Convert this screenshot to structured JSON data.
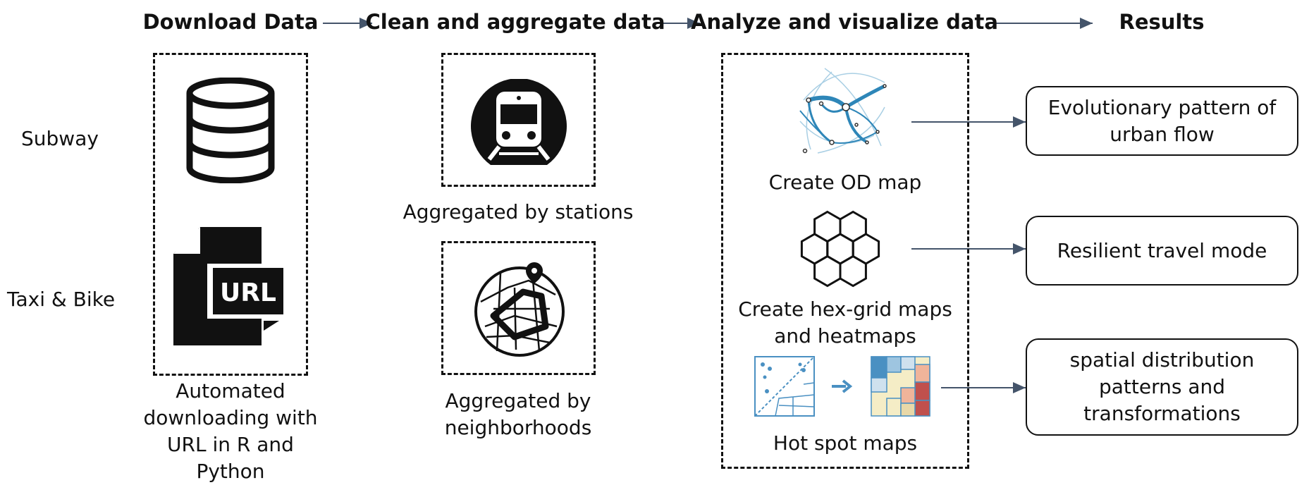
{
  "headers": {
    "download": "Download Data",
    "clean": "Clean and aggregate data",
    "analyze": "Analyze and visualize data",
    "results": "Results"
  },
  "row_labels": {
    "subway": "Subway",
    "taxi_bike": "Taxi & Bike"
  },
  "download": {
    "icons": [
      "database-icon",
      "url-file-icon"
    ],
    "url_text": "URL",
    "caption_lines": [
      "Automated",
      "downloading with",
      "URL in R and",
      "Python"
    ]
  },
  "clean": {
    "stations_caption": "Aggregated by stations",
    "neighborhoods_caption_lines": [
      "Aggregated by",
      "neighborhoods"
    ],
    "icons": [
      "subway-train-icon",
      "neighborhood-map-icon"
    ]
  },
  "analyze": {
    "od_caption": "Create OD map",
    "hex_caption_lines": [
      "Create hex-grid maps",
      "and heatmaps"
    ],
    "hotspot_caption": "Hot spot maps",
    "icons": [
      "od-flow-map-icon",
      "hexagon-grid-icon",
      "hot-spot-map-icon"
    ]
  },
  "results": {
    "urban_flow_lines": [
      "Evolutionary pattern of",
      "urban flow"
    ],
    "resilient": "Resilient travel mode",
    "spatial_lines": [
      "spatial distribution",
      "patterns and",
      "transformations"
    ]
  },
  "colors": {
    "arrow": "#44546a",
    "ink": "#111111",
    "flow_blue": "#2e86b8",
    "hot_red": "#c0504d"
  }
}
